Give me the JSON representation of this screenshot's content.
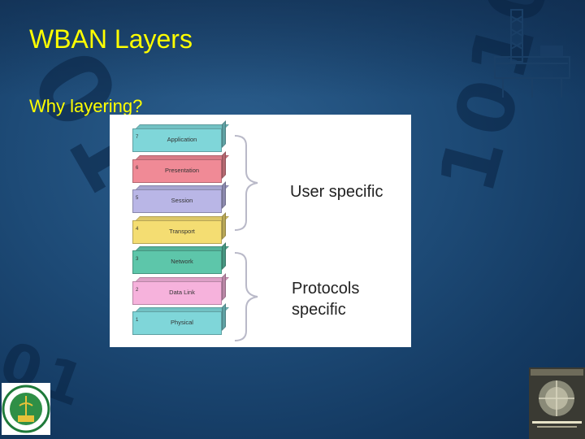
{
  "slide": {
    "title": "WBAN Layers",
    "subtitle": "Why layering?",
    "colors": {
      "text": "#ffff00",
      "background": "#1d4a76"
    }
  },
  "diagram": {
    "layers": [
      {
        "num": "7",
        "name": "Application",
        "color": "#7fd6d9"
      },
      {
        "num": "6",
        "name": "Presentation",
        "color": "#f08a96"
      },
      {
        "num": "5",
        "name": "Session",
        "color": "#b9b6e6"
      },
      {
        "num": "4",
        "name": "Transport",
        "color": "#f4dd72"
      },
      {
        "num": "3",
        "name": "Network",
        "color": "#5dc6aa"
      },
      {
        "num": "2",
        "name": "Data Link",
        "color": "#f6b2dc"
      },
      {
        "num": "1",
        "name": "Physical",
        "color": "#7fd6d9"
      }
    ],
    "group_user": "User specific",
    "group_protocols_line1": "Protocols",
    "group_protocols_line2": "specific"
  },
  "icons": {
    "university_logo": "university-seal-icon",
    "book_cover": "book-cover-image",
    "oil_rig": "oil-rig-icon"
  }
}
